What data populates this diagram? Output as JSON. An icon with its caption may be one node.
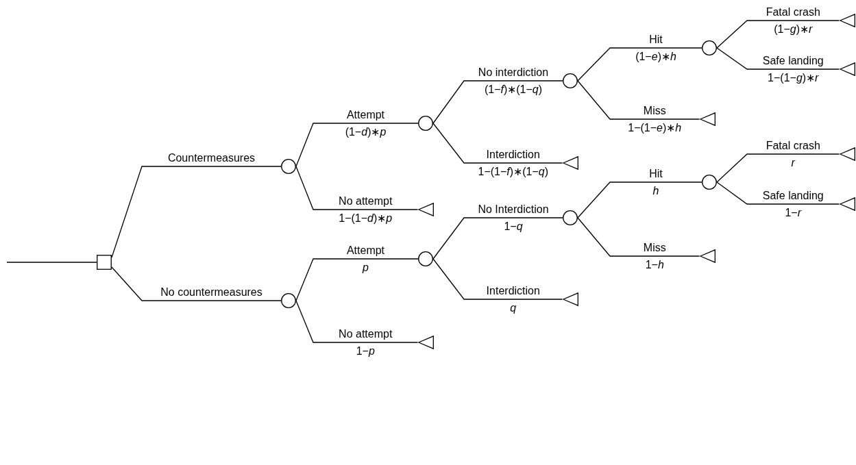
{
  "diagram": {
    "nodes": [
      {
        "text": [],
        "shape": "box"
      },
      {
        "text": [],
        "shape": "circle"
      },
      {
        "text": [],
        "shape": "circle"
      },
      {
        "text": [],
        "shape": "circle"
      },
      {
        "text": [],
        "shape": "circle"
      },
      {
        "text": [],
        "shape": "triangle"
      },
      {
        "text": [],
        "shape": "triangle"
      },
      {
        "text": [],
        "shape": "triangle"
      },
      {
        "text": [],
        "shape": "triangle"
      },
      {
        "text": [],
        "shape": "triangle"
      },
      {
        "text": [],
        "shape": "circle"
      },
      {
        "text": [],
        "shape": "circle"
      },
      {
        "text": [],
        "shape": "circle"
      },
      {
        "text": [],
        "shape": "circle"
      },
      {
        "text": [],
        "shape": "triangle"
      },
      {
        "text": [],
        "shape": "triangle"
      },
      {
        "text": [],
        "shape": "triangle"
      },
      {
        "text": [],
        "shape": "triangle"
      },
      {
        "text": [],
        "shape": "triangle"
      }
    ],
    "edges": [
      {
        "from": null,
        "to": 0,
        "arrow": "none"
      },
      {
        "from": 0,
        "to": 1,
        "arrow": "none",
        "label": "Countermeasures"
      },
      {
        "from": 1,
        "to": 2,
        "arrow": "none",
        "label": "Attempt"
      },
      {
        "from": 1,
        "to": 9,
        "arrow": "none",
        "label": "No attempt"
      },
      {
        "from": 2,
        "to": 3,
        "arrow": "none",
        "label": "No interdiction"
      },
      {
        "from": 2,
        "to": 8,
        "arrow": "none",
        "label": "Interdiction"
      },
      {
        "from": 3,
        "to": 4,
        "arrow": "none",
        "label": "Hit"
      },
      {
        "from": 3,
        "to": 7,
        "arrow": "none",
        "label": "Miss"
      },
      {
        "from": 4,
        "to": 5,
        "arrow": "none",
        "label": "Fatal crash"
      },
      {
        "from": 4,
        "to": 6,
        "arrow": "none",
        "label": "Safe landing"
      },
      {
        "from": 0,
        "to": 10,
        "arrow": "none",
        "label": "No countermeasures"
      },
      {
        "from": 10,
        "to": 11,
        "arrow": "none",
        "label": "Attempt"
      },
      {
        "from": 10,
        "to": 18,
        "arrow": "none",
        "label": "No attempt"
      },
      {
        "from": 11,
        "to": 12,
        "arrow": "none",
        "label": "No Interdiction"
      },
      {
        "from": 11,
        "to": 17,
        "arrow": "none",
        "label": "Interdiction"
      },
      {
        "from": 12,
        "to": 13,
        "arrow": "none",
        "label": "Hit"
      },
      {
        "from": 12,
        "to": 16,
        "arrow": "none",
        "label": "Miss"
      },
      {
        "from": 13,
        "to": 14,
        "arrow": "none",
        "label": "Fatal crash"
      },
      {
        "from": 13,
        "to": 15,
        "arrow": "none",
        "label": "Safe landing"
      }
    ],
    "labels": [
      "(1−*d*)∗*p*",
      "1−(1−*d*)∗*p*",
      "(1−*f*)∗(1−*q*)",
      "1−(1−*f*)∗(1−*q*)",
      "(1−*e*)∗*h*",
      "1−(1−*e*)∗*h*",
      "(1−*g*)∗*r*",
      "1−(1−*g*)∗*r*",
      "*p*",
      "1−*p*",
      "1−*q*",
      "*q*",
      "*h*",
      "1−*h*",
      "*r*",
      "1−*r*"
    ]
  }
}
